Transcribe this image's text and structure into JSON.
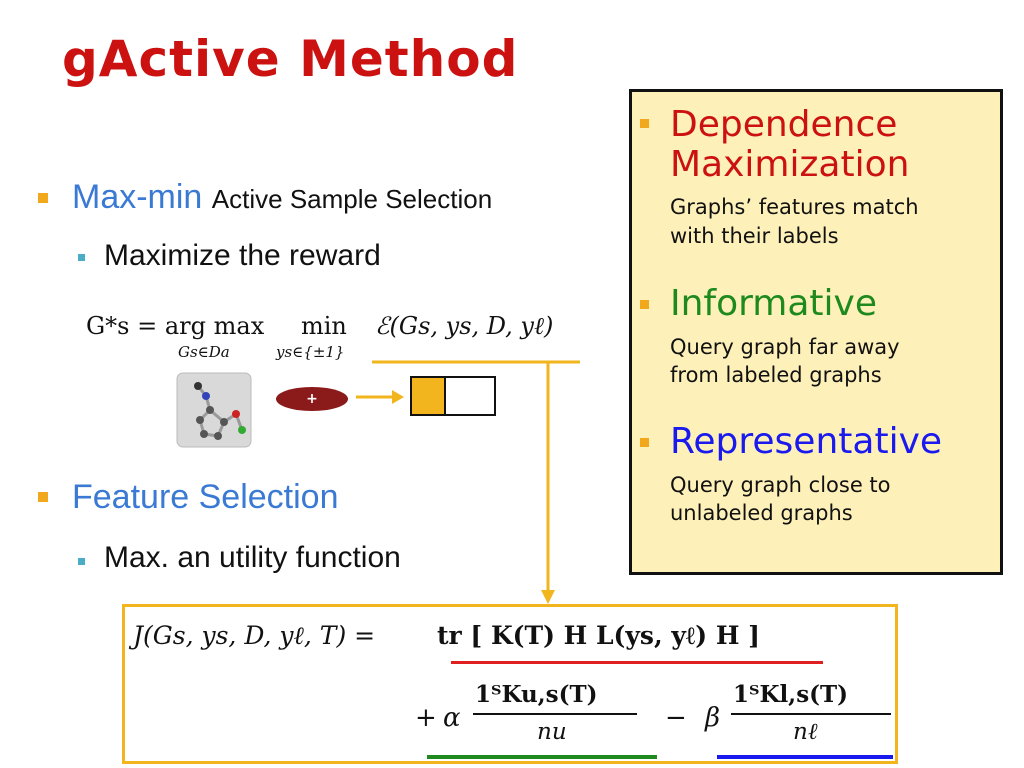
{
  "slide": {
    "title": "gActive Method"
  },
  "left": {
    "bullet1": {
      "label": "Max-min",
      "suffix": "Active Sample Selection"
    },
    "sub1": "Maximize the reward",
    "bullet2": "Feature Selection",
    "sub2": "Max. an utility function"
  },
  "formula1": {
    "lhs": "G*s = arg max",
    "lhs_sub": "Gs∈Da",
    "min": "min",
    "min_sub": "ys∈{±1}",
    "expr": "ℰ(Gs, ys, D, yℓ)"
  },
  "plus_label": "+",
  "panel": {
    "items": [
      {
        "head": "Dependence",
        "head2": "Maximization",
        "desc1": "Graphs’ features match",
        "desc2": "with their labels",
        "color": "#cc1111"
      },
      {
        "head": "Informative",
        "desc1": "Query graph far away",
        "desc2": "from labeled graphs",
        "color": "#1e8a1e"
      },
      {
        "head": "Representative",
        "desc1": "Query graph close to",
        "desc2": "unlabeled graphs",
        "color": "#1a1aee"
      }
    ]
  },
  "formula2": {
    "line1_lhs": "J(Gs, ys, D, yℓ, T) =",
    "line1_tr": "tr [ K(T) H L(ys, yℓ) H ]",
    "plus": "+",
    "alpha": "α",
    "num1": "1ᵀKu,s(T)",
    "den1": "nu",
    "minus": "−",
    "beta": "β",
    "num2": "1ᵀKl,s(T)",
    "den2": "nℓ"
  },
  "colors": {
    "title": "#cc1111",
    "accent_orange": "#f2a81d",
    "red_underline": "#e02020",
    "green_underline": "#1e8a1e",
    "blue_underline": "#1a1aee"
  }
}
